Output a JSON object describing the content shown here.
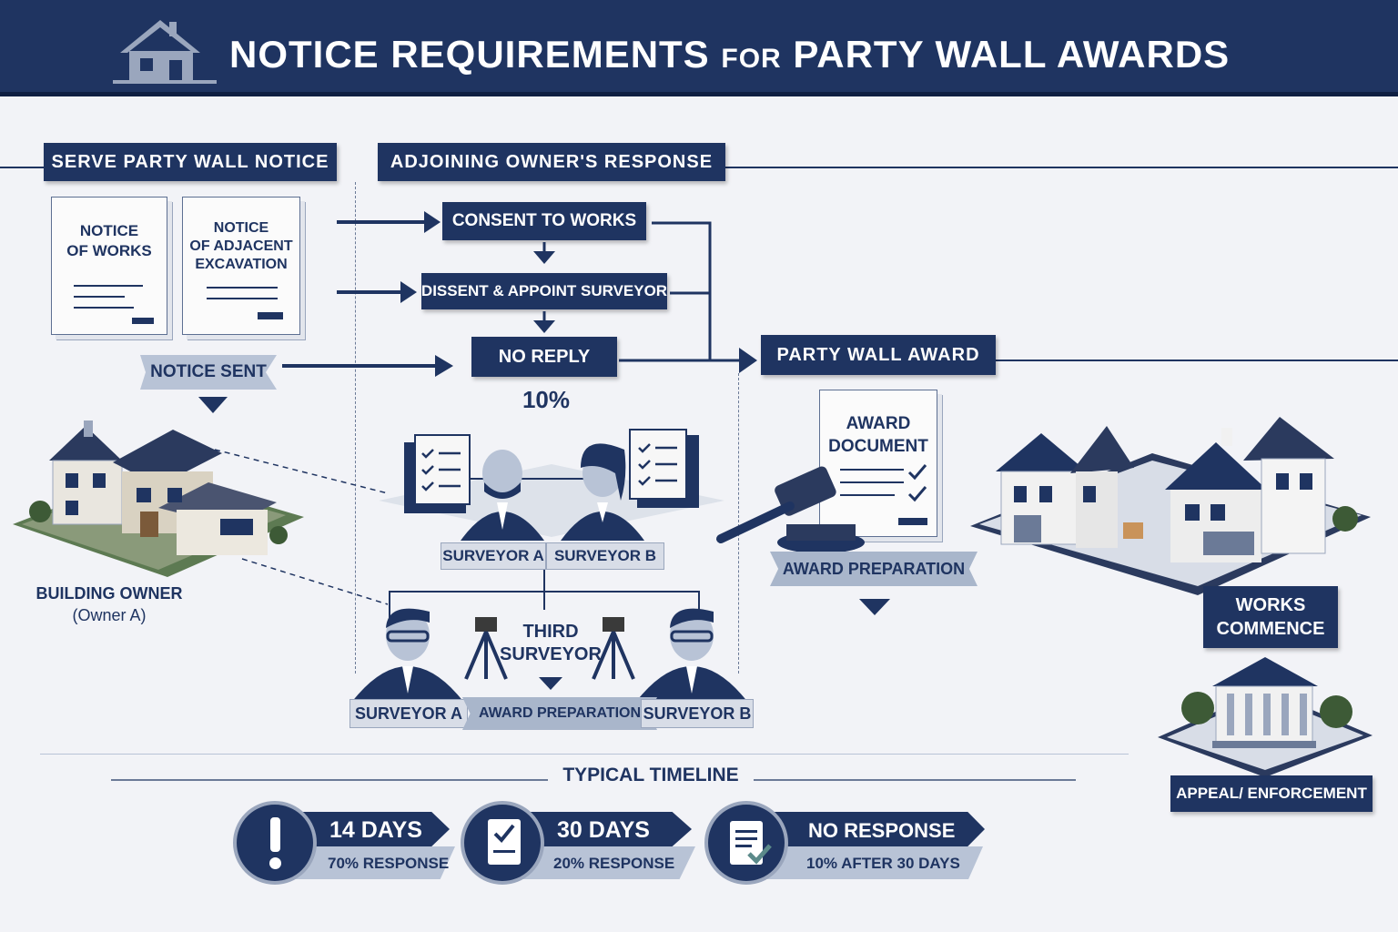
{
  "header": {
    "title_part1": "NOTICE REQUIREMENTS",
    "title_part2": "FOR",
    "title_part3": "PARTY WALL AWARDS"
  },
  "sections": {
    "serve_notice": "SERVE PARTY WALL NOTICE",
    "adjoining_response": "ADJOINING OWNER'S RESPONSE",
    "party_wall_award": "PARTY WALL AWARD"
  },
  "documents": {
    "notice_of_works": [
      "NOTICE",
      "OF WORKS"
    ],
    "notice_adjacent": [
      "NOTICE",
      "OF ADJACENT",
      "EXCAVATION"
    ],
    "award_document": [
      "AWARD",
      "DOCUMENT"
    ]
  },
  "flow": {
    "notice_sent": "NOTICE SENT",
    "consent": "CONSENT TO WORKS",
    "dissent": "DISSENT & APPOINT SURVEYOR",
    "no_reply": "NO REPLY",
    "no_reply_pct": "10%",
    "building_owner": "BUILDING OWNER",
    "owner_a": "(Owner A)",
    "surveyor_a": "SURVEYOR A",
    "surveyor_b": "SURVEYOR B",
    "third_surveyor": [
      "THIRD",
      "SURVEYOR"
    ],
    "award_preparation": "AWARD PREPARATION",
    "award_preparation_right": "AWARD PREPARATION",
    "works_commence": [
      "WORKS",
      "COMMENCE"
    ],
    "appeal": "APPEAL/ ENFORCEMENT"
  },
  "timeline": {
    "heading": "TYPICAL TIMELINE",
    "steps": [
      {
        "title": "14 DAYS",
        "sub": "70% RESPONSE",
        "icon": "exclamation-icon"
      },
      {
        "title": "30 DAYS",
        "sub": "20% RESPONSE",
        "icon": "checklist-icon"
      },
      {
        "title": "NO RESPONSE",
        "sub": "10% AFTER 30 DAYS",
        "icon": "document-check-icon"
      }
    ]
  },
  "colors": {
    "navy": "#1f3461",
    "light_blue": "#b8c3d6",
    "background": "#f2f3f7"
  }
}
